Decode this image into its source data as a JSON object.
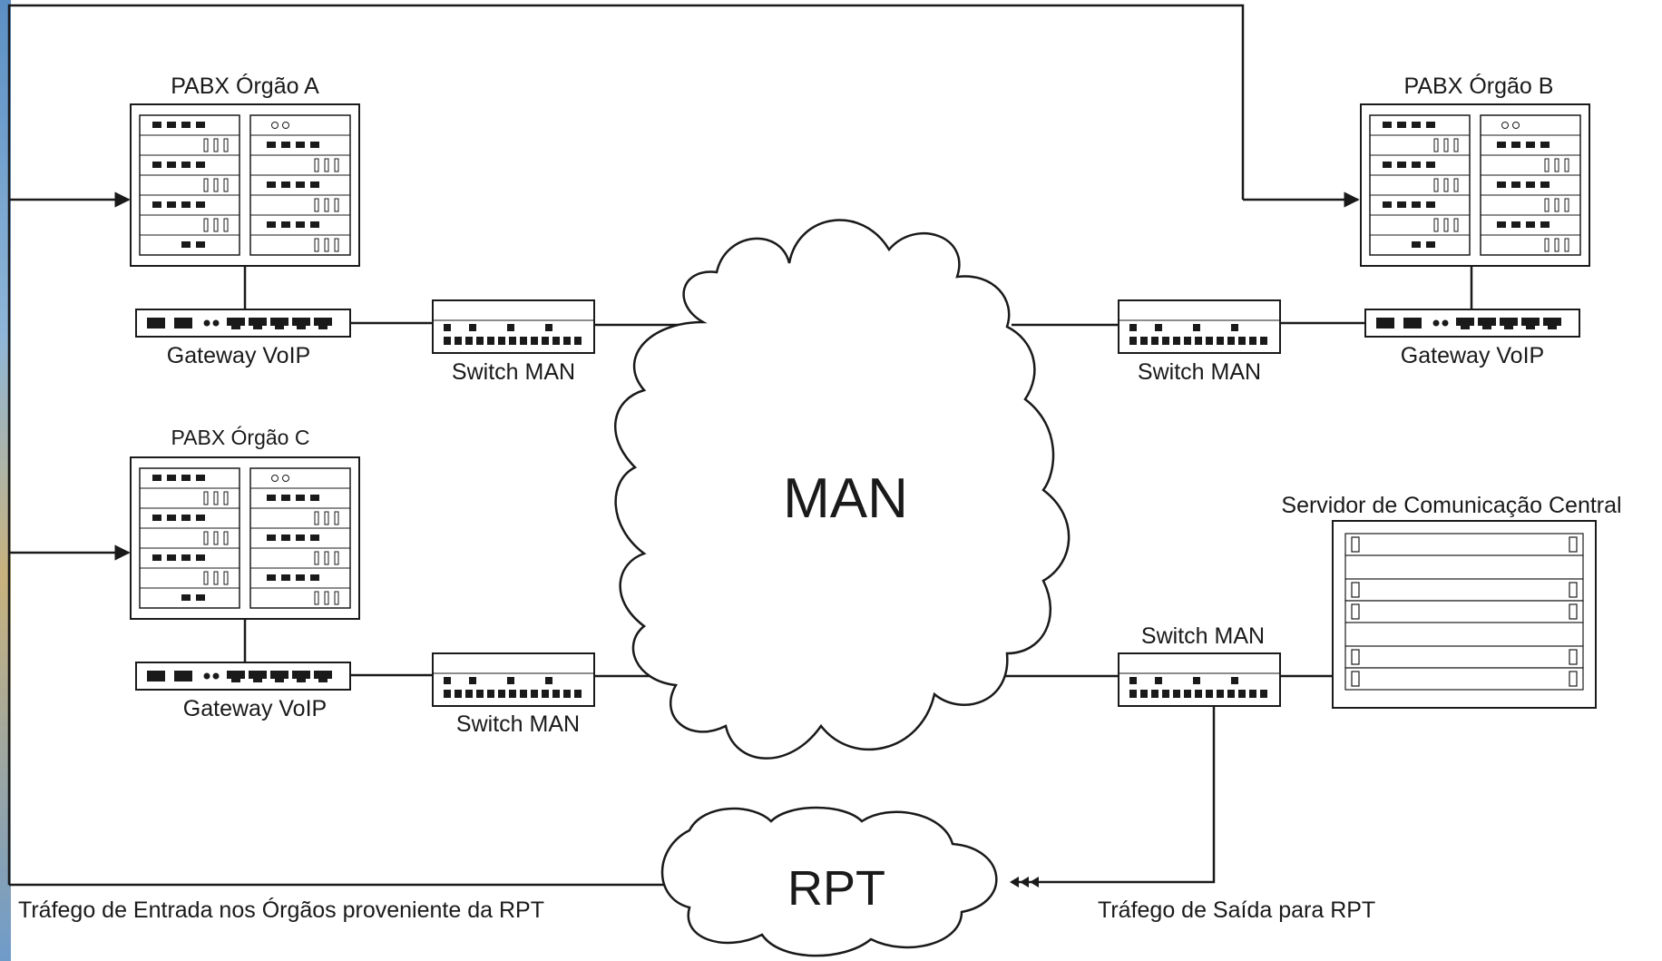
{
  "colors": {
    "ink": "#1a1a1a",
    "background": "#ffffff"
  },
  "pabx": {
    "a_label": "PABX Órgão A",
    "b_label": "PABX Órgão B",
    "c_label": "PABX Órgão C"
  },
  "gateway": {
    "label": "Gateway VoIP"
  },
  "switch": {
    "label": "Switch MAN"
  },
  "clouds": {
    "man_label": "MAN",
    "rpt_label": "RPT"
  },
  "server": {
    "label": "Servidor de Comunicação Central"
  },
  "traffic": {
    "inbound_label": "Tráfego de Entrada nos Órgãos proveniente da RPT",
    "outbound_label": "Tráfego de Saída para RPT"
  },
  "icons": [
    "pabx-rack-icon",
    "gateway-device-icon",
    "switch-device-icon",
    "server-rack-icon",
    "cloud-icon",
    "arrow-head-icon"
  ]
}
